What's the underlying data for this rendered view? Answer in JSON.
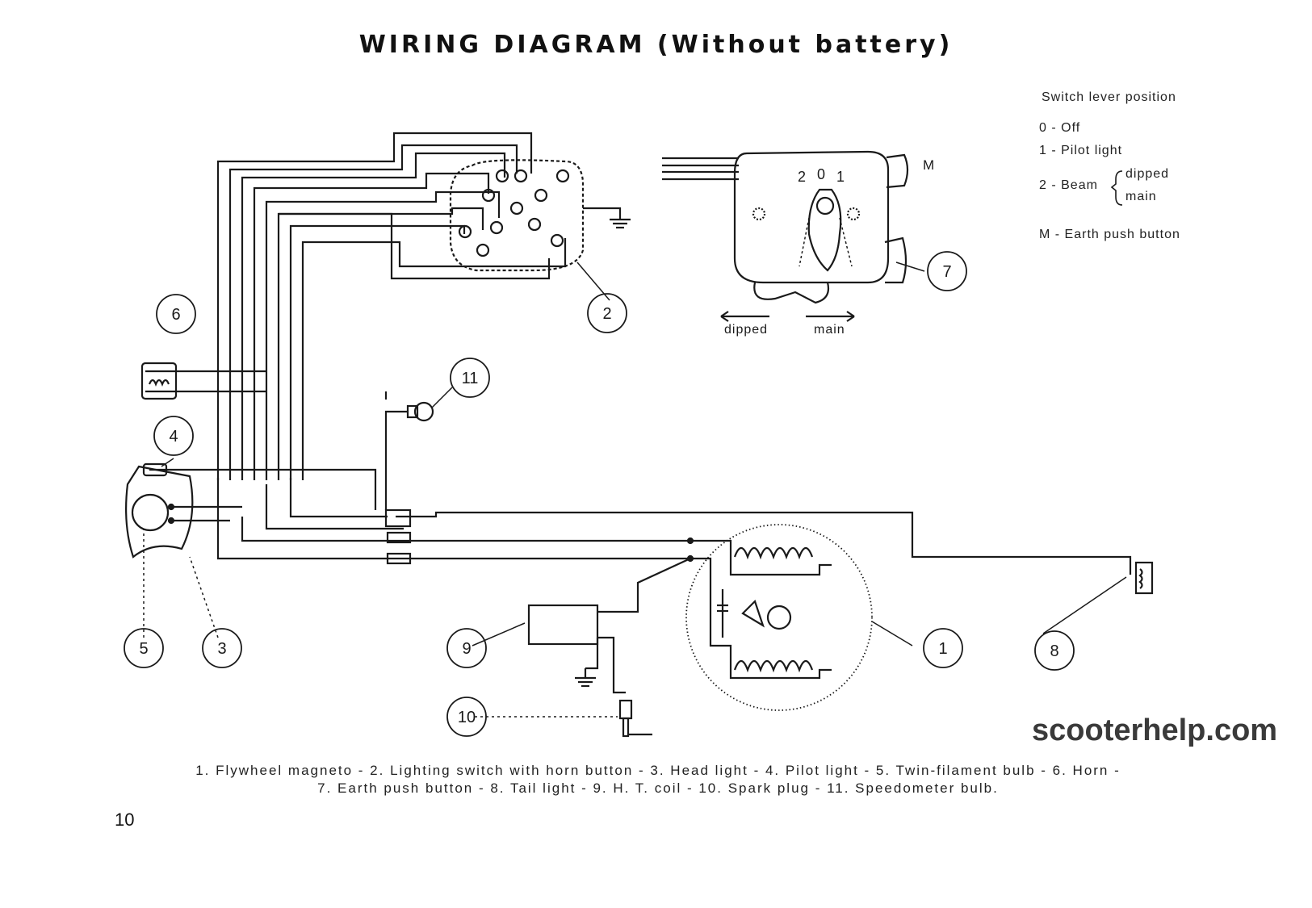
{
  "title": "WIRING DIAGRAM (Without battery)",
  "legend": {
    "heading": "Switch lever position",
    "items": [
      {
        "code": "0",
        "label": "Off"
      },
      {
        "code": "1",
        "label": "Pilot light"
      },
      {
        "code": "2",
        "label": "Beam"
      }
    ],
    "beam_options": [
      "dipped",
      "main"
    ],
    "m_item": {
      "code": "M",
      "label": "Earth push button"
    }
  },
  "switch_detail": {
    "dial_numbers": [
      "2",
      "0",
      "1"
    ],
    "m_label": "M",
    "arrow_left": "dipped",
    "arrow_right": "main"
  },
  "callouts": [
    "1",
    "2",
    "3",
    "4",
    "5",
    "6",
    "7",
    "8",
    "9",
    "10",
    "11"
  ],
  "caption": {
    "line1": "1. Flywheel magneto - 2. Lighting switch with horn button - 3. Head light - 4. Pilot light - 5. Twin-filament bulb - 6. Horn -",
    "line2": "7. Earth push button - 8. Tail light - 9. H. T. coil - 10. Spark plug - 11. Speedometer bulb."
  },
  "page_number": "10",
  "watermark": "scooterhelp.com"
}
